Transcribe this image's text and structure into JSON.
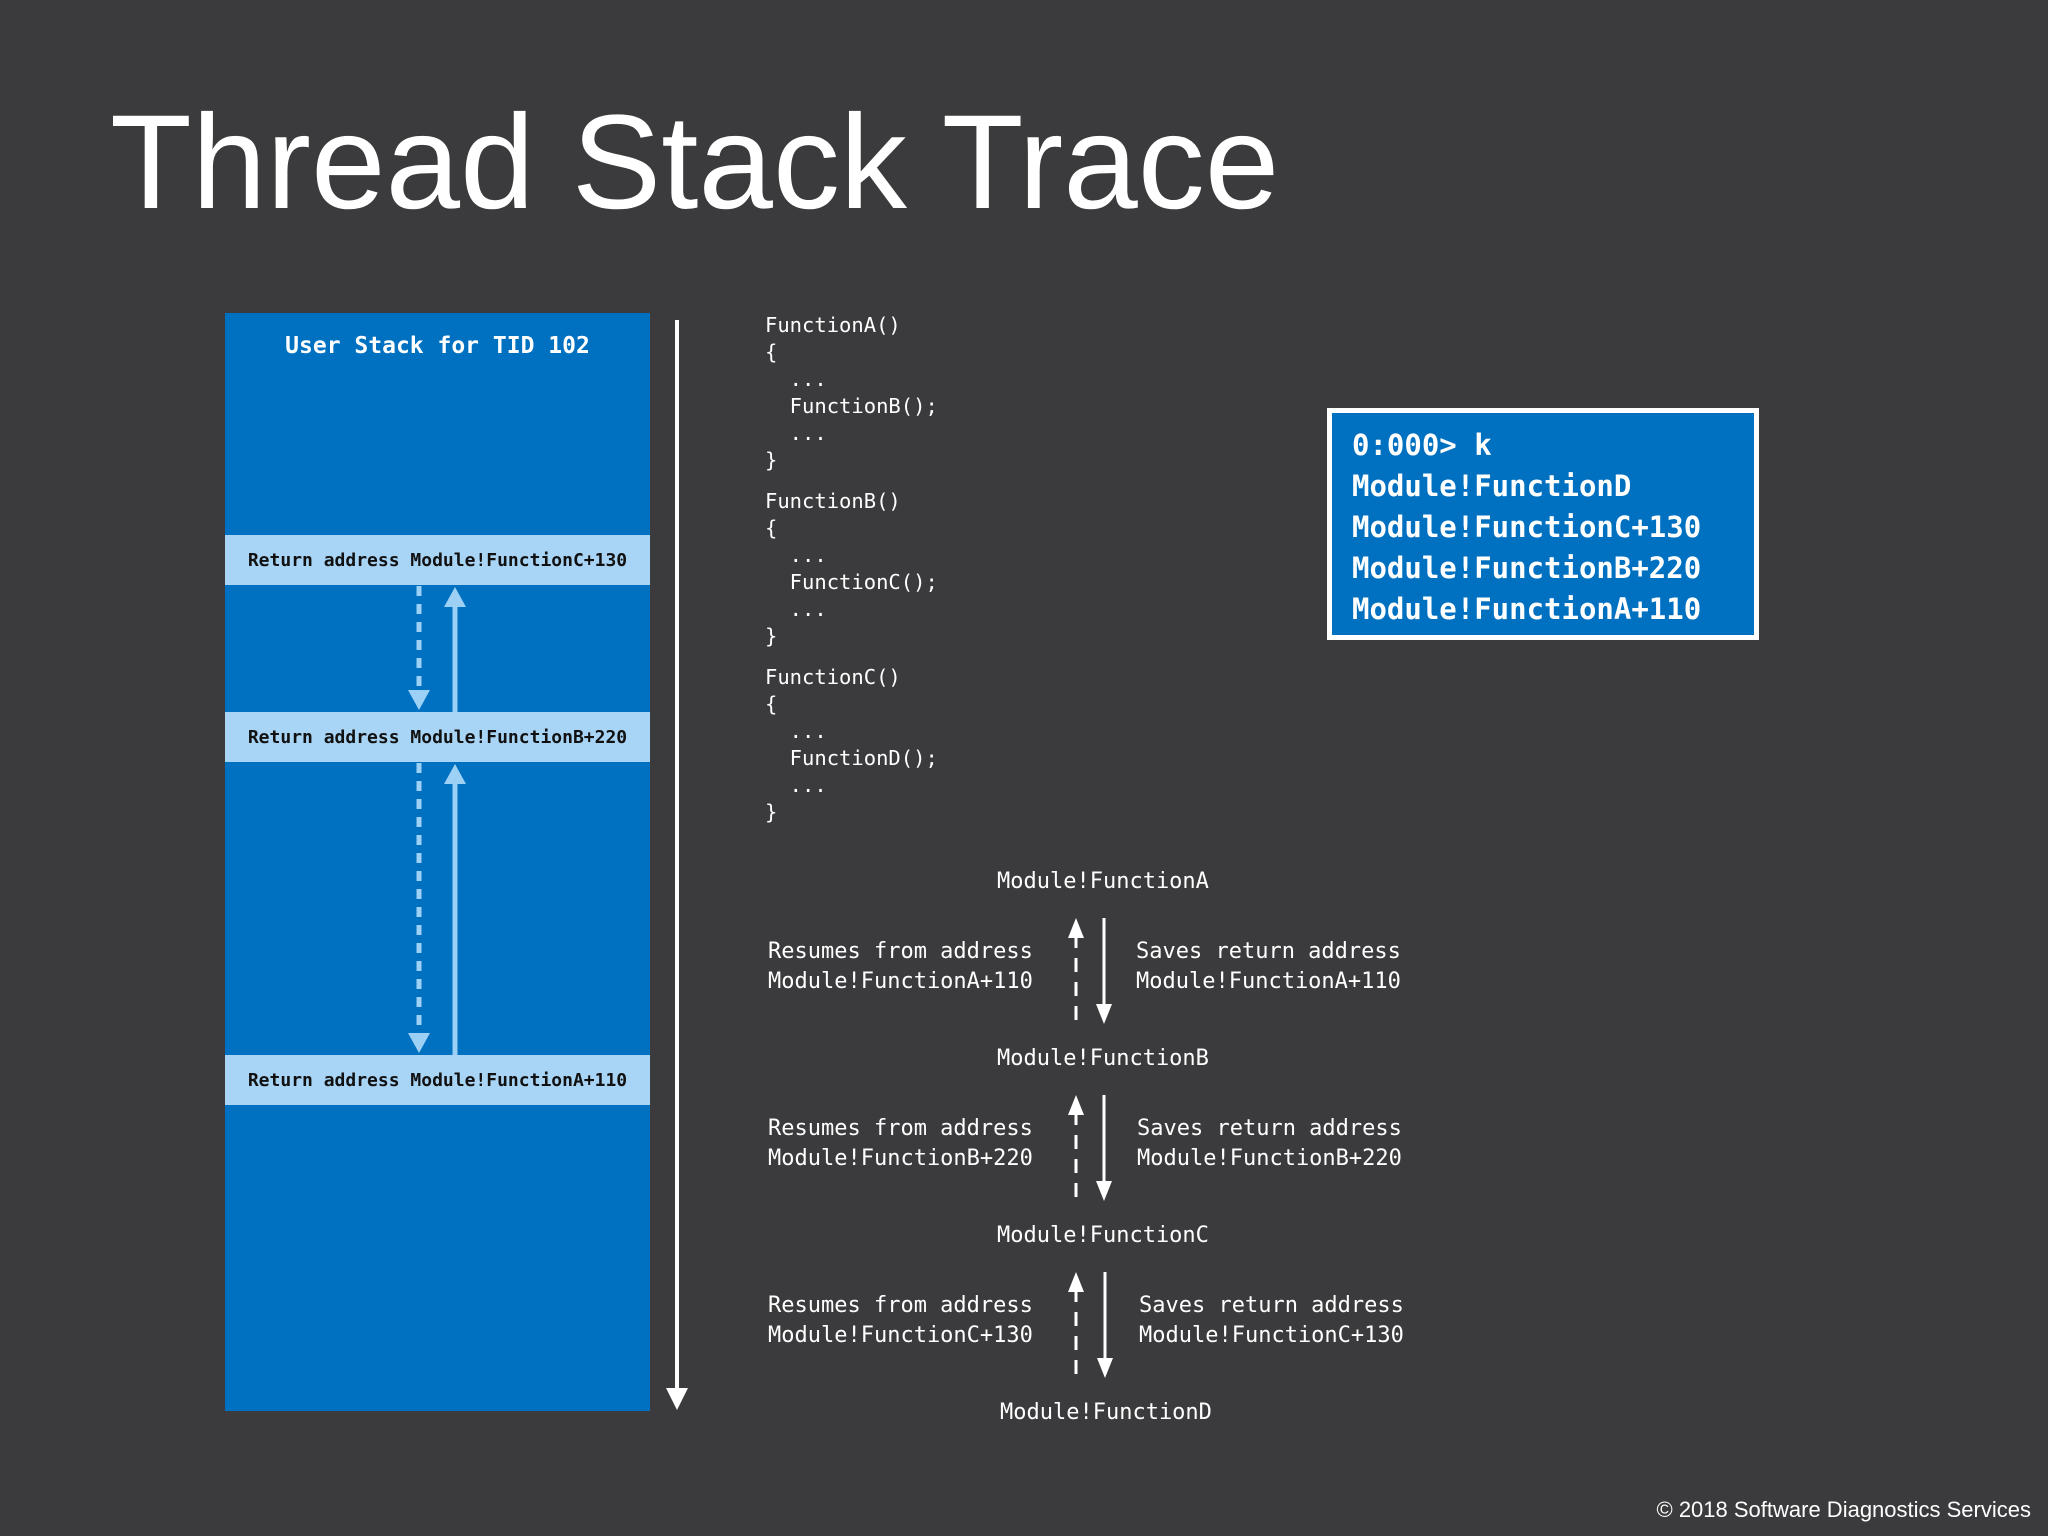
{
  "title": "Thread Stack Trace",
  "stack": {
    "label": "User Stack for TID 102",
    "return_rows": [
      "Return address Module!FunctionC+130",
      "Return address Module!FunctionB+220",
      "Return address Module!FunctionA+110"
    ]
  },
  "code": {
    "blocks": [
      [
        "FunctionA()",
        "{",
        "  ...",
        "  FunctionB();",
        "  ...",
        "}"
      ],
      [
        "FunctionB()",
        "{",
        "  ...",
        "  FunctionC();",
        "  ...",
        "}"
      ],
      [
        "FunctionC()",
        "{",
        "  ...",
        "  FunctionD();",
        "  ...",
        "}"
      ]
    ]
  },
  "console": {
    "lines": [
      "0:000> k",
      "Module!FunctionD",
      "Module!FunctionC+130",
      "Module!FunctionB+220",
      "Module!FunctionA+110"
    ]
  },
  "call_chain": {
    "functions": [
      "Module!FunctionA",
      "Module!FunctionB",
      "Module!FunctionC",
      "Module!FunctionD"
    ],
    "transitions": [
      {
        "resumes": [
          "Resumes from address",
          "Module!FunctionA+110"
        ],
        "saves": [
          "Saves return address",
          "Module!FunctionA+110"
        ]
      },
      {
        "resumes": [
          "Resumes from address",
          "Module!FunctionB+220"
        ],
        "saves": [
          "Saves return address",
          "Module!FunctionB+220"
        ]
      },
      {
        "resumes": [
          "Resumes from address",
          "Module!FunctionC+130"
        ],
        "saves": [
          "Saves return address",
          "Module!FunctionC+130"
        ]
      }
    ]
  },
  "footer": {
    "copyright": "© 2018 Software Diagnostics Services"
  },
  "colors": {
    "background": "#3b3a3c",
    "stack_blue": "#0070c0",
    "return_row": "#a8d4f5",
    "arrow_light": "#9dd0f5",
    "text": "#ffffff"
  }
}
